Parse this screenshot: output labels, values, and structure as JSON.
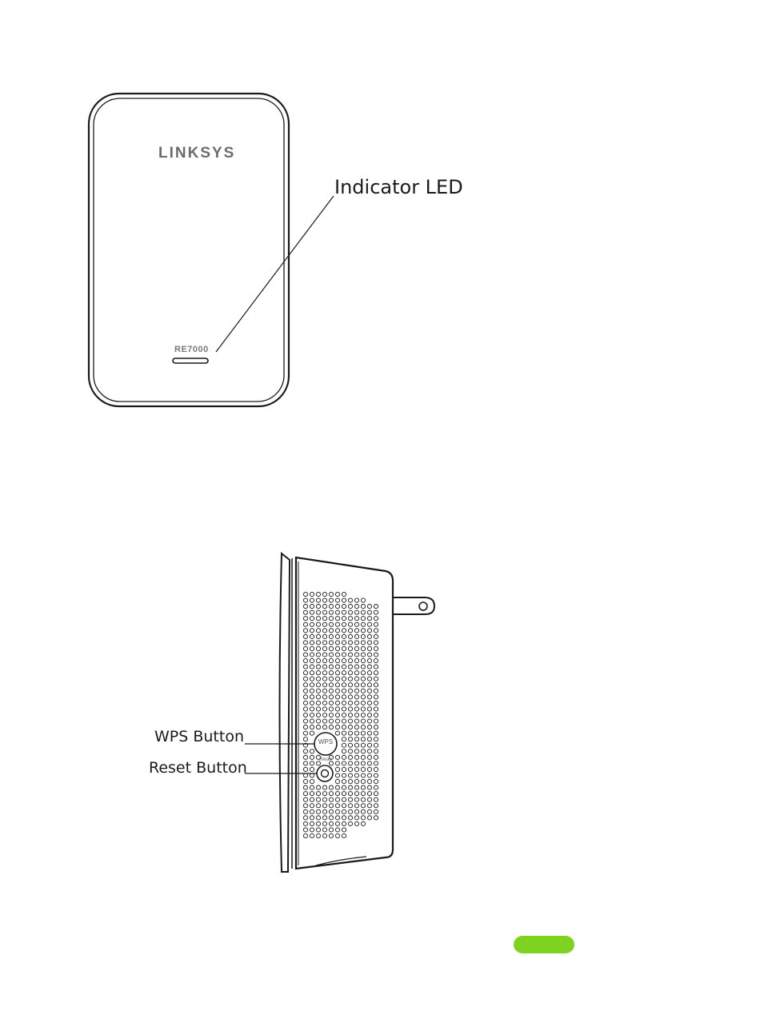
{
  "front_view": {
    "brand_text": "LINKSYS",
    "model_text": "RE7000",
    "callout_indicator_led": "Indicator LED"
  },
  "side_view": {
    "wps_button_text": "WPS",
    "reset_button_text": "Reset",
    "callout_wps_button": "WPS Button",
    "callout_reset_button": "Reset Button"
  },
  "colors": {
    "outline": "#1a1a1a",
    "logo_gray": "#6b6b6b",
    "page_pill": "#7ed321"
  }
}
